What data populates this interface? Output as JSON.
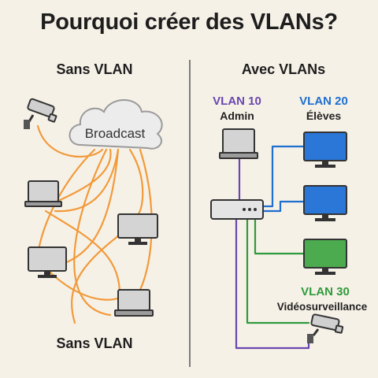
{
  "title": "Pourquoi créer des VLANs?",
  "left_panel": {
    "heading": "Sans VLAN",
    "cloud_label": "Broadcast",
    "footer": "Sans VLAN"
  },
  "right_panel": {
    "heading": "Avec VLANs",
    "vlans": [
      {
        "id": "VLAN 10",
        "name": "Admin",
        "color": "#6a47b0"
      },
      {
        "id": "VLAN 20",
        "name": "Élèves",
        "color": "#1e6fd0"
      },
      {
        "id": "VLAN 30",
        "name": "Vidéosurveillance",
        "color": "#2f9a3c"
      }
    ]
  },
  "colors": {
    "background": "#f6f1e7",
    "broadcast_lines": "#f29a3a",
    "divider": "#7d7d7d",
    "device_gray": "#cfcfcf",
    "screen_blue": "#2a77d8",
    "screen_green": "#4bab4e"
  }
}
